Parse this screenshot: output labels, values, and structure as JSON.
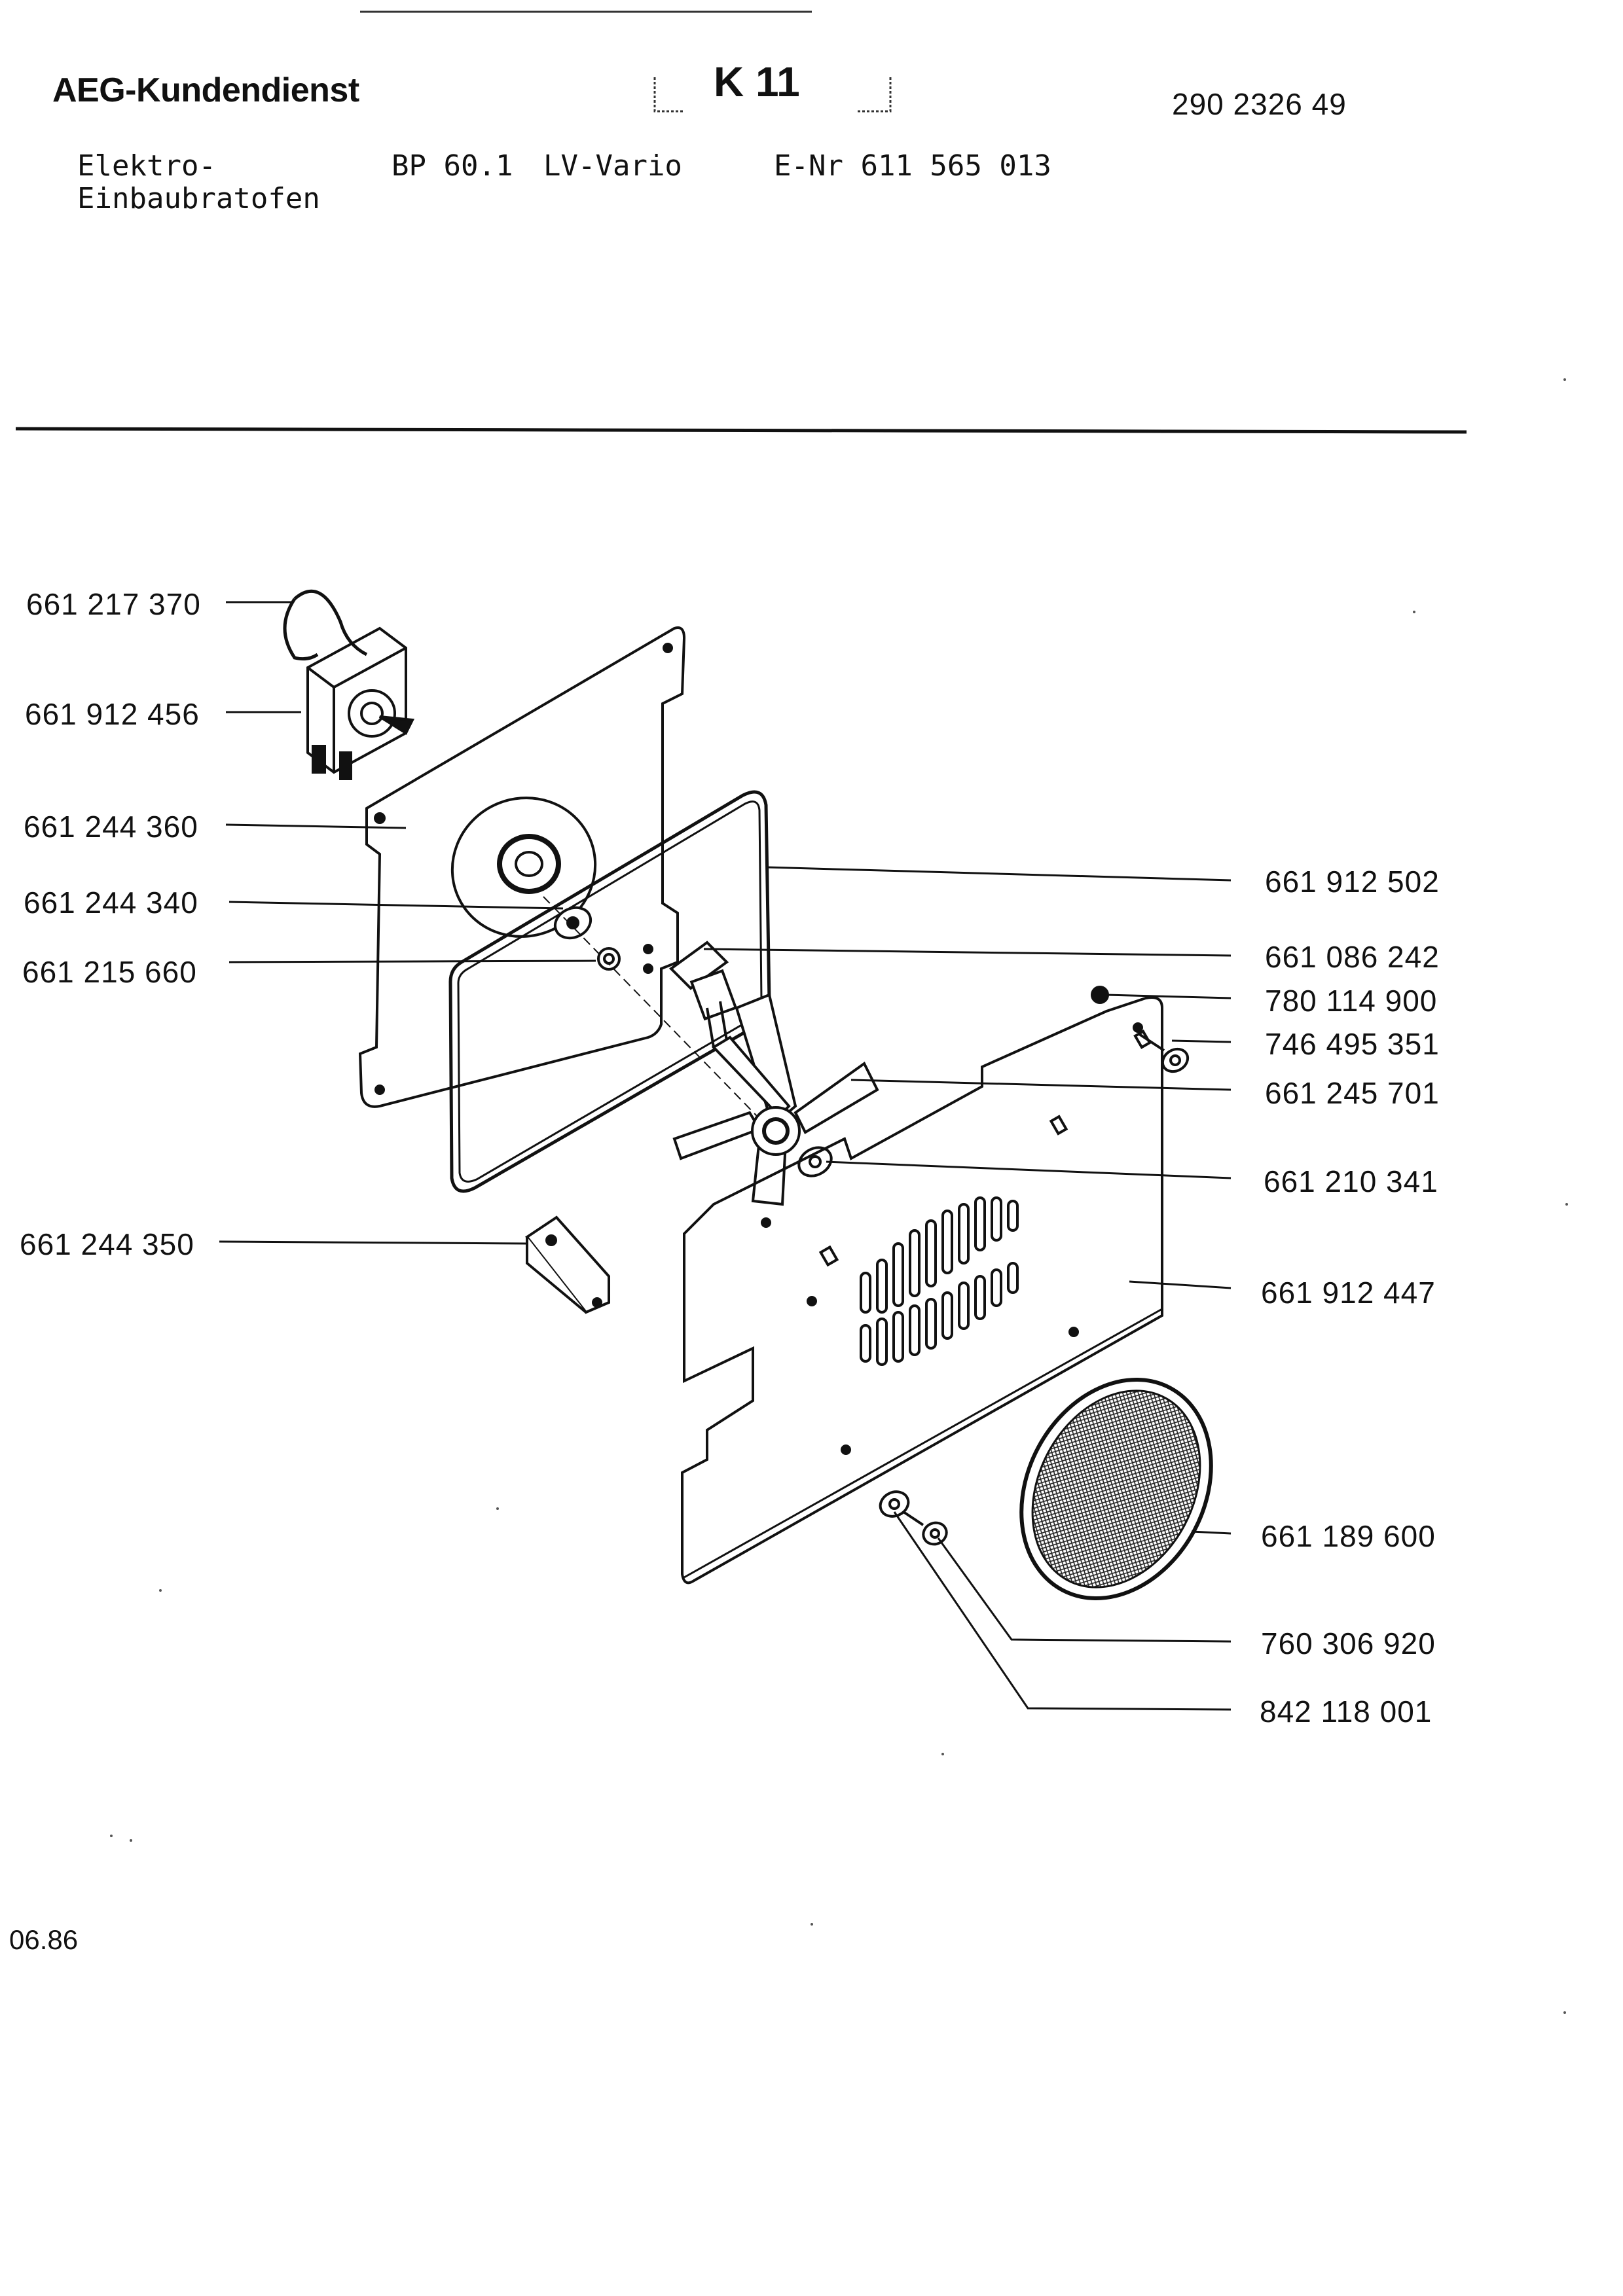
{
  "header": {
    "brand": "AEG-Kundendienst",
    "section_code": "K 11",
    "doc_number": "290 2326 49",
    "product_type_line1": "Elektro-",
    "product_type_line2": "Einbaubratofen",
    "model": "BP 60.1",
    "variant": "LV-Vario",
    "e_number": "E-Nr 611 565 013"
  },
  "callouts": {
    "left": [
      {
        "id": "c1",
        "label": "661 217 370"
      },
      {
        "id": "c2",
        "label": "661 912 456"
      },
      {
        "id": "c3",
        "label": "661 244 360"
      },
      {
        "id": "c4",
        "label": "661 244 340"
      },
      {
        "id": "c5",
        "label": "661 215 660"
      },
      {
        "id": "c6",
        "label": "661 244 350"
      }
    ],
    "right": [
      {
        "id": "c7",
        "label": "661 912 502"
      },
      {
        "id": "c8",
        "label": "661 086 242"
      },
      {
        "id": "c9",
        "label": "780 114 900"
      },
      {
        "id": "c10",
        "label": "746 495 351"
      },
      {
        "id": "c11",
        "label": "661 245 701"
      },
      {
        "id": "c12",
        "label": "661 210 341"
      },
      {
        "id": "c13",
        "label": "661 912 447"
      },
      {
        "id": "c14",
        "label": "661 189 600"
      },
      {
        "id": "c15",
        "label": "760 306 920"
      },
      {
        "id": "c16",
        "label": "842 118 001"
      }
    ]
  },
  "footer": {
    "date": "06.86"
  }
}
